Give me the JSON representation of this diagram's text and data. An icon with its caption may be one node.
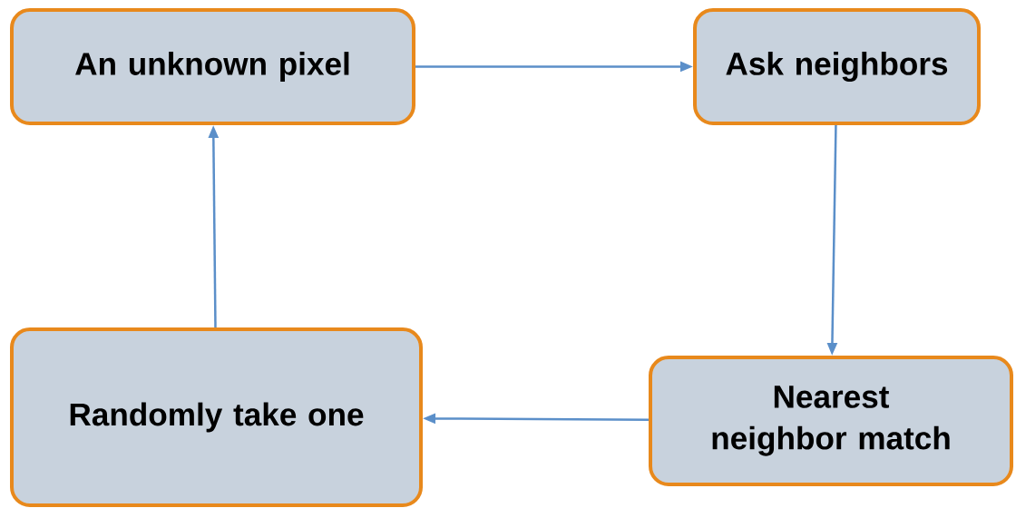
{
  "diagram": {
    "nodes": [
      {
        "text": [
          "An unknown pixel"
        ]
      },
      {
        "text": [
          "Ask neighbors"
        ]
      },
      {
        "text": [
          "Nearest neighbor match"
        ]
      },
      {
        "text": [
          "Randomly take one"
        ]
      }
    ],
    "edges": [
      {
        "from": 0,
        "to": 1,
        "arrow": "to"
      },
      {
        "from": 1,
        "to": 2,
        "arrow": "to"
      },
      {
        "from": 2,
        "to": 3,
        "arrow": "to"
      },
      {
        "from": 3,
        "to": 0,
        "arrow": "to"
      }
    ]
  }
}
